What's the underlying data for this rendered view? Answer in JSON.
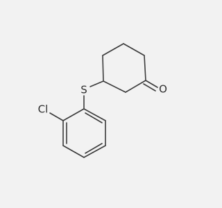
{
  "molecule": {
    "atom_labels": {
      "oxygen": "O",
      "sulfur": "S",
      "chlorine": "Cl"
    }
  },
  "colors": {
    "background": "#f2f2f2",
    "bond": "#3a3a3a",
    "text": "#2e2e2e"
  }
}
